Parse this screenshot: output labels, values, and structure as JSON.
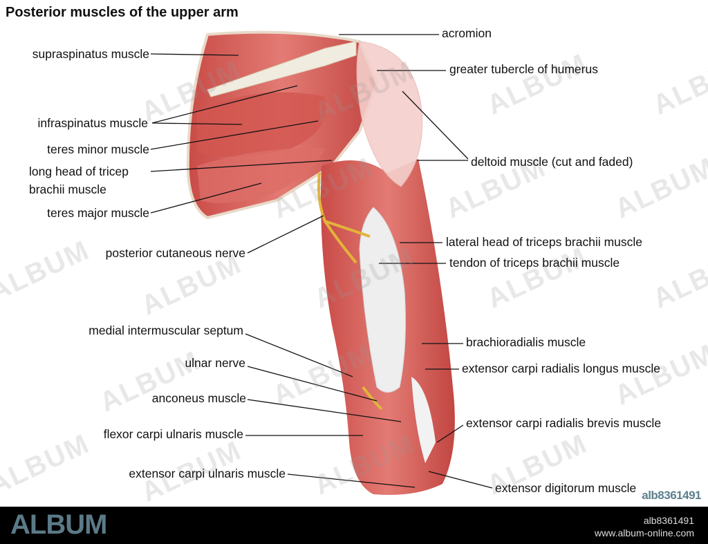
{
  "title": "Posterior muscles of the upper arm",
  "watermark": "ALBUM",
  "image_code": "alb8361491",
  "labels_left": [
    "supraspinatus muscle",
    "infraspinatus muscle",
    "teres minor muscle",
    "long head of tricep",
    "brachii muscle",
    "teres major muscle",
    "posterior cutaneous nerve",
    "medial intermuscular septum",
    "ulnar nerve",
    "anconeus muscle",
    "flexor carpi ulnaris muscle",
    "extensor carpi ulnaris muscle"
  ],
  "labels_right": [
    "acromion",
    "greater tubercle of humerus",
    "deltoid muscle (cut and faded)",
    "lateral head of triceps brachii muscle",
    "tendon of triceps brachii muscle",
    "brachioradialis muscle",
    "extensor carpi radialis longus muscle",
    "extensor carpi radialis brevis muscle",
    "extensor digitorum muscle"
  ],
  "footer": {
    "brand": "ALBUM",
    "id": "alb8361491",
    "url": "www.album-online.com"
  },
  "colors": {
    "muscle": "#d9635e",
    "tendon": "#efefef",
    "nerve": "#e2b43a",
    "footer_bg": "#000000",
    "brand": "#5b7a87"
  }
}
